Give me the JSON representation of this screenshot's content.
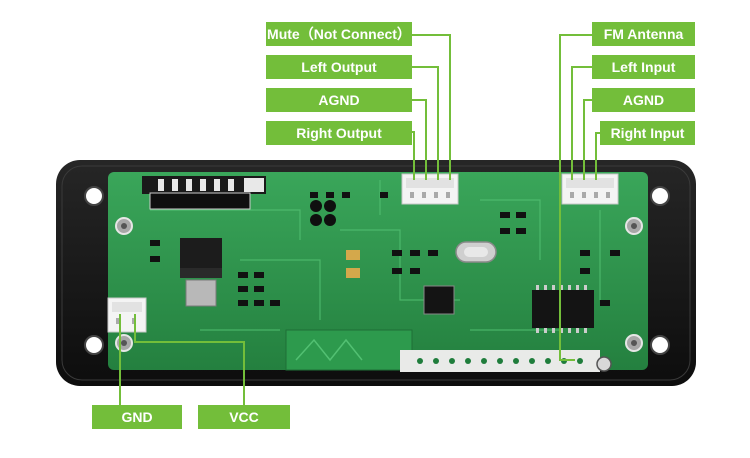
{
  "labels": {
    "mute": "Mute（Not Connect）",
    "left_output": "Left Output",
    "agnd_left": "AGND",
    "right_output": "Right Output",
    "fm_antenna": "FM Antenna",
    "left_input": "Left Input",
    "agnd_right": "AGND",
    "right_input": "Right Input",
    "gnd": "GND",
    "vcc": "VCC"
  },
  "colors": {
    "label_bg": "#73be3a",
    "leader_line": "#73be3a",
    "pcb": "#2f9a4e",
    "frame": "#161616"
  }
}
